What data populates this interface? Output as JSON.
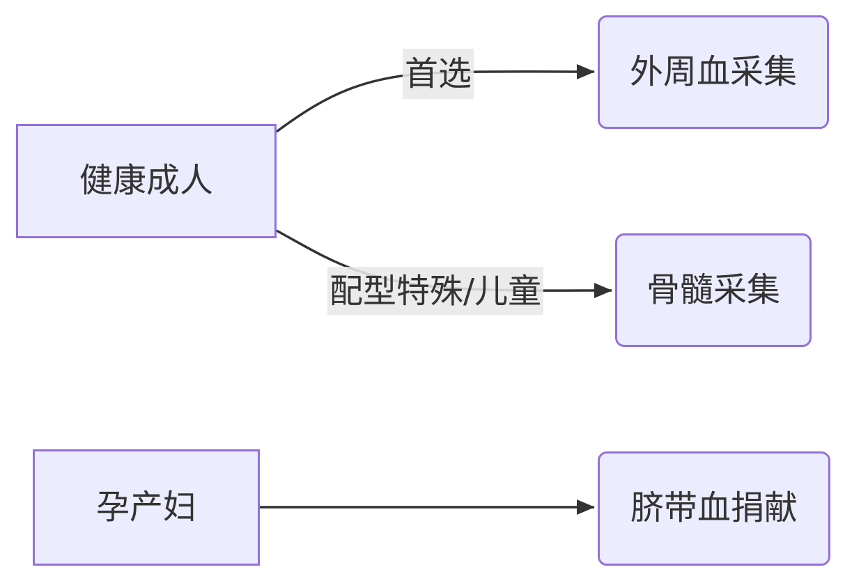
{
  "diagram": {
    "type": "flowchart",
    "direction": "left-to-right",
    "colors": {
      "background": "#ffffff",
      "node_fill": "#ECECFF",
      "node_border": "#9370DB",
      "edge_stroke": "#333333",
      "edge_label_background": "#e8e8e8",
      "text": "#333333"
    },
    "nodes": [
      {
        "id": "healthy-adult",
        "label": "健康成人",
        "shape": "rectangle"
      },
      {
        "id": "peripheral-blood-collection",
        "label": "外周血采集",
        "shape": "rounded"
      },
      {
        "id": "bone-marrow-collection",
        "label": "骨髓采集",
        "shape": "rounded"
      },
      {
        "id": "pregnant-woman",
        "label": "孕产妇",
        "shape": "rectangle"
      },
      {
        "id": "cord-blood-donation",
        "label": "脐带血捐献",
        "shape": "rounded"
      }
    ],
    "edges": [
      {
        "from": "健康成人",
        "to": "外周血采集",
        "label": "首选"
      },
      {
        "from": "健康成人",
        "to": "骨髓采集",
        "label": "配型特殊/儿童"
      },
      {
        "from": "孕产妇",
        "to": "脐带血捐献",
        "label": ""
      }
    ]
  }
}
